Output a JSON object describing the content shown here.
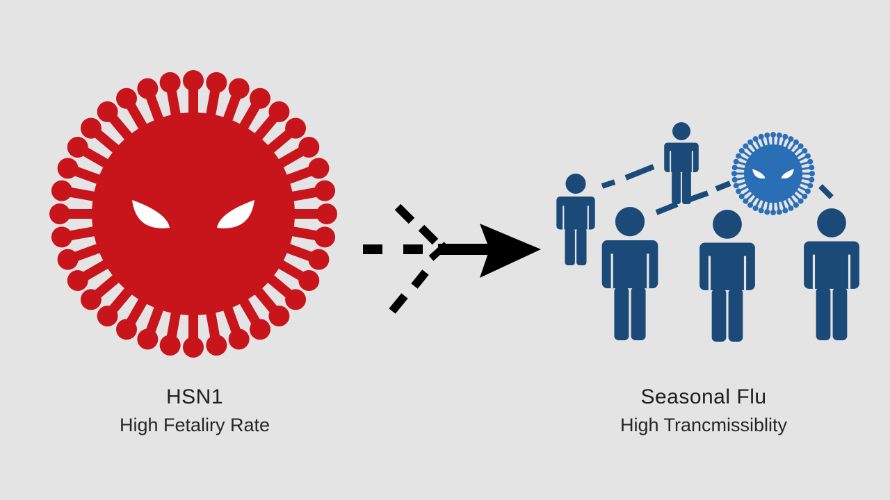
{
  "left": {
    "title": "HSN1",
    "subtitle": "High Fetaliry Rate",
    "virus_icon": "angry-virus-icon"
  },
  "right": {
    "title": "Seasonal Flu",
    "subtitle": "High Trancmissiblity",
    "virus_icon": "small-angry-virus-icon",
    "people_icon": "person-icon",
    "people_count": 5
  },
  "arrow_icon": "dashed-arrow-icon",
  "colors": {
    "background": "#e4e4e4",
    "red_virus": "#c8151b",
    "blue_virus": "#2a6fb5",
    "people": "#1b4a78",
    "arrow": "#000000",
    "eyes": "#ffffff"
  }
}
